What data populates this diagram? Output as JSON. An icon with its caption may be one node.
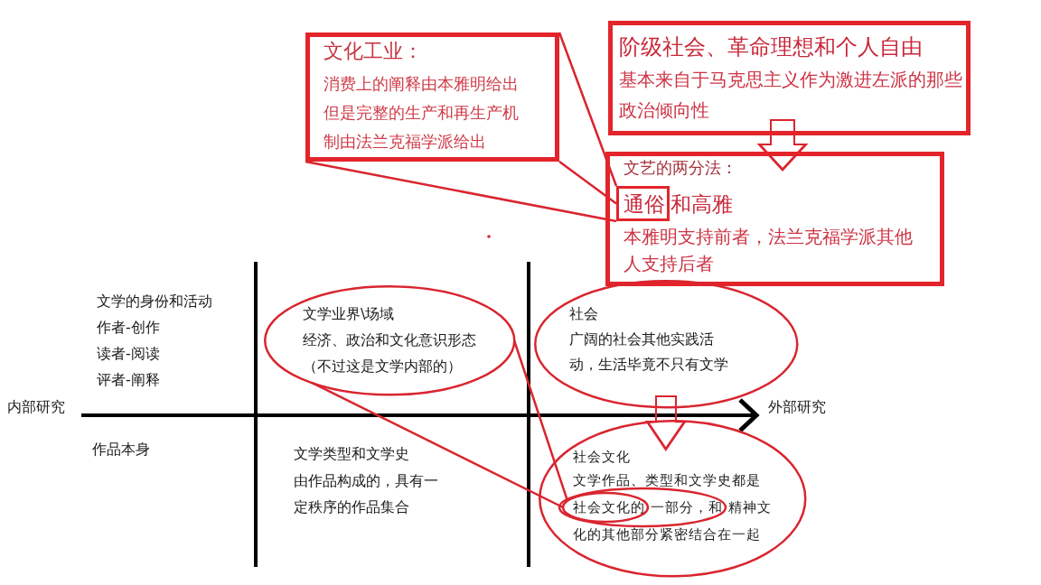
{
  "diagram": {
    "nodes": [
      {
        "text": [
          "文化工业：",
          "消费上的阐释由本雅明给出但是完整的生产和再生产机制由法兰克福学派给出"
        ]
      },
      {
        "text": [
          "阶级社会、革命理想和个人自由",
          "基本来自于马克思主义作为激进左派的那些政治倾向性"
        ]
      },
      {
        "text": [
          "文艺的两分法：",
          "通俗和高雅",
          "本雅明支持前者，法兰克福学派其他人支持后者"
        ]
      },
      {
        "text": [],
        "shape": "box",
        "in": 2
      },
      {
        "text": [
          "文学业界\\场域",
          "经济、政治和文化意识形态",
          "（不过这是文学内部的）"
        ]
      },
      {
        "text": [
          "社会",
          "广阔的社会其他实践活动，生活毕竟不只有文学"
        ]
      },
      {
        "text": [
          "社会文化",
          "文学作品、类型和文学史都是社会文化的一部分，和精神文化的其他部分紧密结合在一起"
        ]
      }
    ],
    "edges": [
      {
        "from": 0,
        "to": 3,
        "arrow": "none"
      },
      {
        "from": 0,
        "to": 3,
        "arrow": "none"
      },
      {
        "from": 0,
        "to": 3,
        "arrow": "none"
      },
      {
        "from": 1,
        "to": 2,
        "arrow": "to",
        "style": "thick"
      },
      {
        "from": 4,
        "to": 6,
        "arrow": "none"
      },
      {
        "from": 4,
        "to": 6,
        "arrow": "none"
      },
      {
        "from": 5,
        "to": 6,
        "arrow": "to",
        "style": "thick"
      }
    ],
    "labels": [
      "文学的身份和活动",
      "作者-创作",
      "读者-阅读",
      "评者-阐释",
      "内部研究",
      "外部研究",
      "作品本身",
      "文学类型和文学史",
      "由作品构成的，具有一定秩序的作品集合"
    ]
  }
}
